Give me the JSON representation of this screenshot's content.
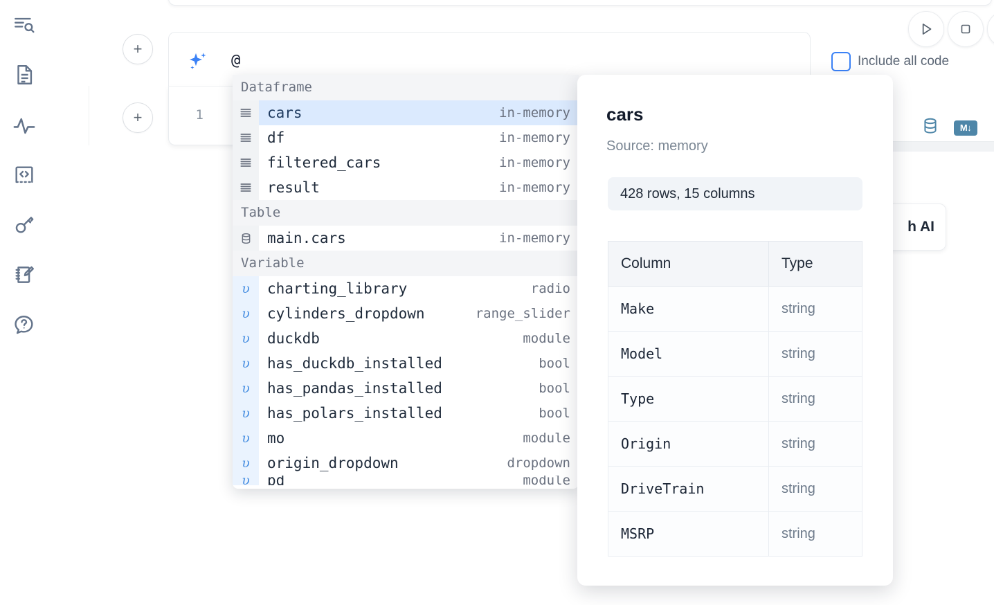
{
  "rail": {
    "items": [
      {
        "name": "file-explorer-icon",
        "label": "Explore files"
      },
      {
        "name": "document-icon",
        "label": "Notebook"
      },
      {
        "name": "activity-icon",
        "label": "Activity"
      },
      {
        "name": "code-snippet-icon",
        "label": "Snippets"
      },
      {
        "name": "key-icon",
        "label": "Secrets"
      },
      {
        "name": "scratchpad-icon",
        "label": "Scratchpad"
      },
      {
        "name": "help-icon",
        "label": "Help"
      }
    ]
  },
  "toolbar": {
    "run_label": "Run",
    "stop_label": "Interrupt",
    "more_label": "More",
    "include_all_code_label": "Include all code",
    "include_all_code_checked": false
  },
  "cell": {
    "add_button_label": "+",
    "line_number": "1",
    "database_icon_label": "Add database connection",
    "markdown_icon_label": "Convert to markdown"
  },
  "ai_prompt": {
    "sparkle_icon_label": "AI assist",
    "value": "@",
    "placeholder": "",
    "chip_label": "h AI"
  },
  "autocomplete": {
    "groups": [
      {
        "title": "Dataframe",
        "icon": "dataframe-icon",
        "gutter_kind": "df",
        "items": [
          {
            "name": "cars",
            "meta": "in-memory",
            "selected": true
          },
          {
            "name": "df",
            "meta": "in-memory",
            "selected": false
          },
          {
            "name": "filtered_cars",
            "meta": "in-memory",
            "selected": false
          },
          {
            "name": "result",
            "meta": "in-memory",
            "selected": false
          }
        ]
      },
      {
        "title": "Table",
        "icon": "table-icon",
        "gutter_kind": "tbl",
        "items": [
          {
            "name": "main.cars",
            "meta": "in-memory",
            "selected": false
          }
        ]
      },
      {
        "title": "Variable",
        "icon": "variable-icon",
        "gutter_kind": "var",
        "items": [
          {
            "name": "charting_library",
            "meta": "radio",
            "selected": false
          },
          {
            "name": "cylinders_dropdown",
            "meta": "range_slider",
            "selected": false
          },
          {
            "name": "duckdb",
            "meta": "module",
            "selected": false
          },
          {
            "name": "has_duckdb_installed",
            "meta": "bool",
            "selected": false
          },
          {
            "name": "has_pandas_installed",
            "meta": "bool",
            "selected": false
          },
          {
            "name": "has_polars_installed",
            "meta": "bool",
            "selected": false
          },
          {
            "name": "mo",
            "meta": "module",
            "selected": false
          },
          {
            "name": "origin_dropdown",
            "meta": "dropdown",
            "selected": false
          },
          {
            "name": "pd",
            "meta": "module",
            "selected": false,
            "clipped": true
          }
        ]
      }
    ]
  },
  "preview": {
    "title": "cars",
    "source": "Source: memory",
    "stats": "428 rows, 15 columns",
    "columns_header": "Column",
    "type_header": "Type",
    "rows": [
      {
        "column": "Make",
        "type": "string"
      },
      {
        "column": "Model",
        "type": "string"
      },
      {
        "column": "Type",
        "type": "string"
      },
      {
        "column": "Origin",
        "type": "string"
      },
      {
        "column": "DriveTrain",
        "type": "string"
      },
      {
        "column": "MSRP",
        "type": "string"
      }
    ]
  },
  "colors": {
    "accent_blue": "#3b82f6",
    "selection_blue": "#dbeafe",
    "icon_gray": "#64748b",
    "db_icon": "#4e86a8"
  }
}
